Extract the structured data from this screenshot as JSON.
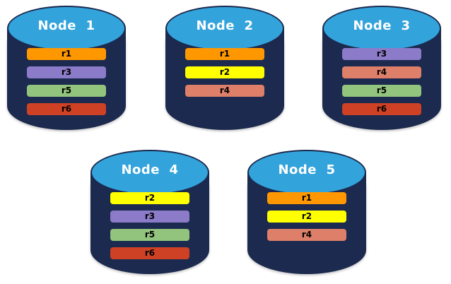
{
  "diagram": {
    "type": "replica-placement",
    "background_color": "#ffffff",
    "node_body_color": "#1b2a4e",
    "node_top_color": "#33a3dc",
    "node_title_color": "#ffffff",
    "replica_label_color": "#000000",
    "replica_colors": {
      "r1": "#ff9800",
      "r2": "#ffff00",
      "r3": "#8b7bc8",
      "r4": "#dd7f69",
      "r5": "#92c47d",
      "r6": "#ce4125"
    },
    "nodes": [
      {
        "id": "node-1",
        "title": "Node  1",
        "replicas": [
          {
            "label": "r1",
            "color": "#ff9800"
          },
          {
            "label": "r3",
            "color": "#8b7bc8"
          },
          {
            "label": "r5",
            "color": "#92c47d"
          },
          {
            "label": "r6",
            "color": "#ce4125"
          }
        ]
      },
      {
        "id": "node-2",
        "title": "Node  2",
        "replicas": [
          {
            "label": "r1",
            "color": "#ff9800"
          },
          {
            "label": "r2",
            "color": "#ffff00"
          },
          {
            "label": "r4",
            "color": "#dd7f69"
          }
        ]
      },
      {
        "id": "node-3",
        "title": "Node  3",
        "replicas": [
          {
            "label": "r3",
            "color": "#8b7bc8"
          },
          {
            "label": "r4",
            "color": "#dd7f69"
          },
          {
            "label": "r5",
            "color": "#92c47d"
          },
          {
            "label": "r6",
            "color": "#ce4125"
          }
        ]
      },
      {
        "id": "node-4",
        "title": "Node  4",
        "replicas": [
          {
            "label": "r2",
            "color": "#ffff00"
          },
          {
            "label": "r3",
            "color": "#8b7bc8"
          },
          {
            "label": "r5",
            "color": "#92c47d"
          },
          {
            "label": "r6",
            "color": "#ce4125"
          }
        ]
      },
      {
        "id": "node-5",
        "title": "Node  5",
        "replicas": [
          {
            "label": "r1",
            "color": "#ff9800"
          },
          {
            "label": "r2",
            "color": "#ffff00"
          },
          {
            "label": "r4",
            "color": "#dd7f69"
          }
        ]
      }
    ]
  }
}
